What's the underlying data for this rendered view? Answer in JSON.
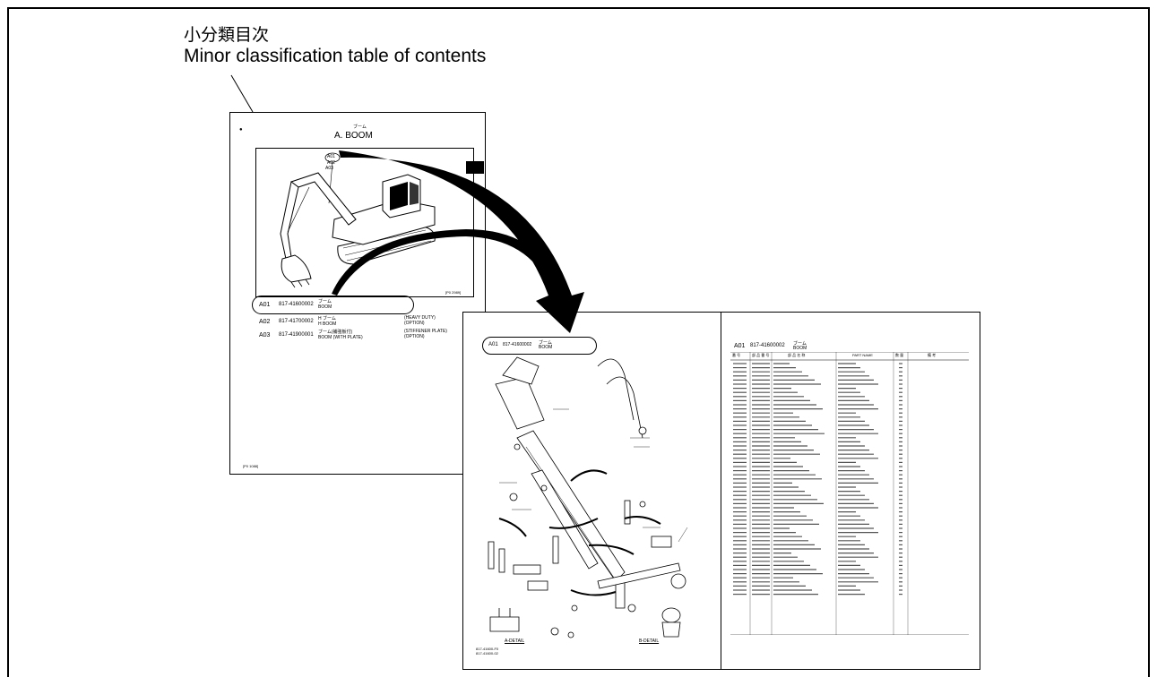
{
  "caption": {
    "title_jp": "小分類目次",
    "title_en": "Minor classification table of contents"
  },
  "toc_page": {
    "heading_kana": "ブーム",
    "heading": "A.  BOOM",
    "callouts": [
      "A01",
      "A02",
      "A03"
    ],
    "figure_code": "[P0 2989]",
    "footer_code": "[P0 1088]",
    "entries": [
      {
        "code": "A01",
        "part_no": "817-41600002",
        "name_jp": "ブーム",
        "name_en": "BOOM",
        "note": ""
      },
      {
        "code": "A02",
        "part_no": "817-41700002",
        "name_jp": "H ブーム",
        "name_en": "H BOOM",
        "note": "(HEAVY DUTY)\n(OPTION)"
      },
      {
        "code": "A03",
        "part_no": "817-41900001",
        "name_jp": "ブーム(補強板付)",
        "name_en": "BOOM (WITH PLATE)",
        "note": "(STIFFENER PLATE)\n(OPTION)"
      }
    ]
  },
  "drawing_page": {
    "header": {
      "code": "A01",
      "part_no": "817-41600002",
      "name_jp": "ブーム",
      "name_en": "BOOM"
    },
    "detail_a": "A-DETAIL",
    "detail_b": "B-DETAIL",
    "footer_code": "817-41600-F0\n817-41600-02"
  },
  "parts_page": {
    "header": {
      "code": "A01",
      "part_no": "817-41600002",
      "name_jp": "ブーム",
      "name_en": "BOOM"
    },
    "columns": [
      "番 号",
      "部 品 番 号",
      "部 品 名 称",
      "PART NAME",
      "数 量",
      "備 考"
    ],
    "row_count": 57
  },
  "colors": {
    "ink": "#000000",
    "paper": "#ffffff"
  }
}
